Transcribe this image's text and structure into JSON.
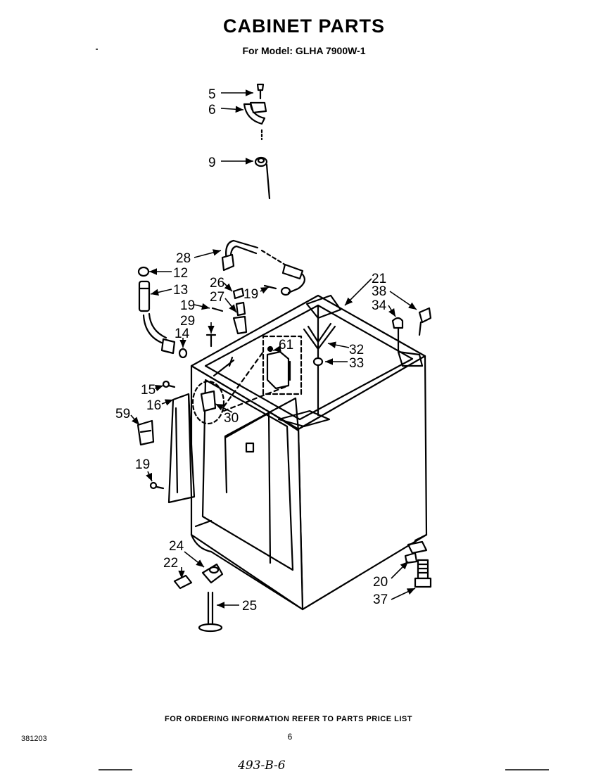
{
  "header": {
    "title": "CABINET PARTS",
    "subtitle": "For Model: GLHA 7900W-1"
  },
  "callouts": {
    "c5": "5",
    "c6": "6",
    "c9": "9",
    "c28": "28",
    "c12": "12",
    "c13": "13",
    "c26": "26",
    "c27": "27",
    "c19a": "19",
    "c19b": "19",
    "c29": "29",
    "c14": "14",
    "c61": "61",
    "c21": "21",
    "c38": "38",
    "c34": "34",
    "c32": "32",
    "c33": "33",
    "c15": "15",
    "c16": "16",
    "c30": "30",
    "c59": "59",
    "c19c": "19",
    "c24": "24",
    "c22": "22",
    "c25": "25",
    "c20": "20",
    "c37": "37"
  },
  "footer": {
    "ordering_note": "FOR ORDERING INFORMATION REFER TO PARTS PRICE LIST",
    "page_number": "6",
    "doc_code": "381203",
    "handwritten_note": "493-B-6"
  }
}
